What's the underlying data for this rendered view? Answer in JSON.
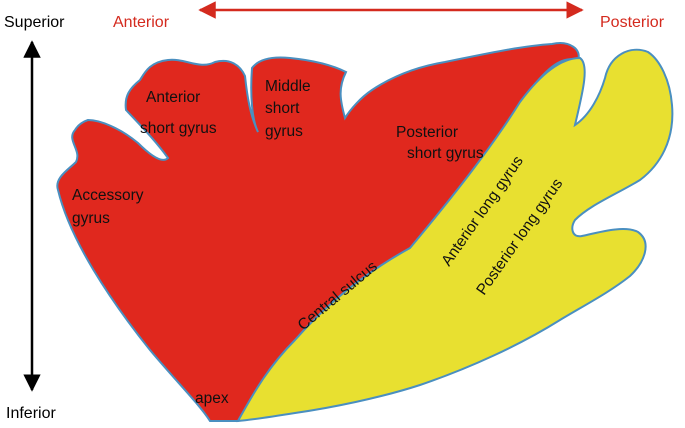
{
  "orientation": {
    "superior": "Superior",
    "inferior": "Inferior",
    "anterior": "Anterior",
    "posterior": "Posterior"
  },
  "labels": {
    "anterior_short_gyrus": [
      "Anterior",
      "short gyrus"
    ],
    "middle_short_gyrus": [
      "Middle",
      "short",
      "gyrus"
    ],
    "posterior_short_gyrus": [
      "Posterior",
      "short gyrus"
    ],
    "accessory_gyrus": [
      "Accessory",
      "gyrus"
    ],
    "central_sulcus": "Central sulcus",
    "anterior_long_gyrus": "Anterior long gyrus",
    "posterior_long_gyrus": "Posterior long gyrus",
    "apex": "apex"
  },
  "colors": {
    "short_gyri_region": "#e0281e",
    "long_gyri_region": "#e8e030",
    "outline": "#4a8fc0",
    "orientation_text": "#d42a1e",
    "arrow_anterior_posterior": "#d42a1e",
    "arrow_superior_inferior": "#000000",
    "label_text": "#111111"
  }
}
